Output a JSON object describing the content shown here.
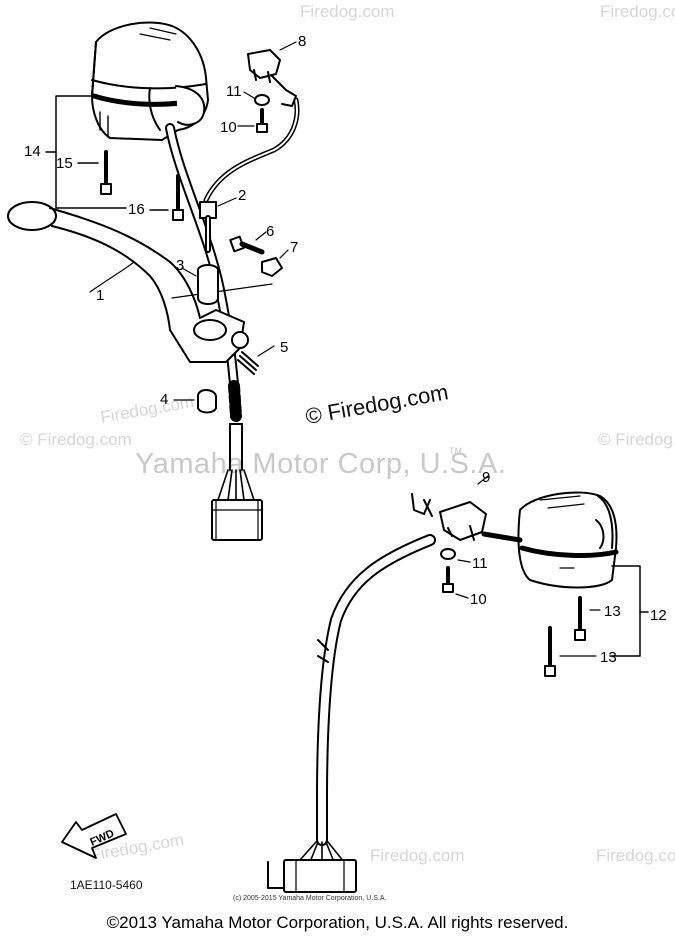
{
  "watermarks": {
    "main": "Yamaha Motor Corp, U.S.A.",
    "tm": "TM",
    "center": "© Firedog.com",
    "side": "© Firedog.com",
    "repeat": "Firedog.com"
  },
  "callouts": [
    "1",
    "2",
    "3",
    "4",
    "5",
    "6",
    "7",
    "8",
    "10",
    "11",
    "14",
    "15",
    "16",
    "9",
    "11",
    "10",
    "13",
    "12",
    "13"
  ],
  "part_code": "1AE110-5460",
  "fwd_label": "FWD",
  "small_copyright": "(c) 2005-2015 Yamaha Motor Corporation, U.S.A.",
  "footer": "©2013 Yamaha Motor Corporation, U.S.A. All rights reserved."
}
